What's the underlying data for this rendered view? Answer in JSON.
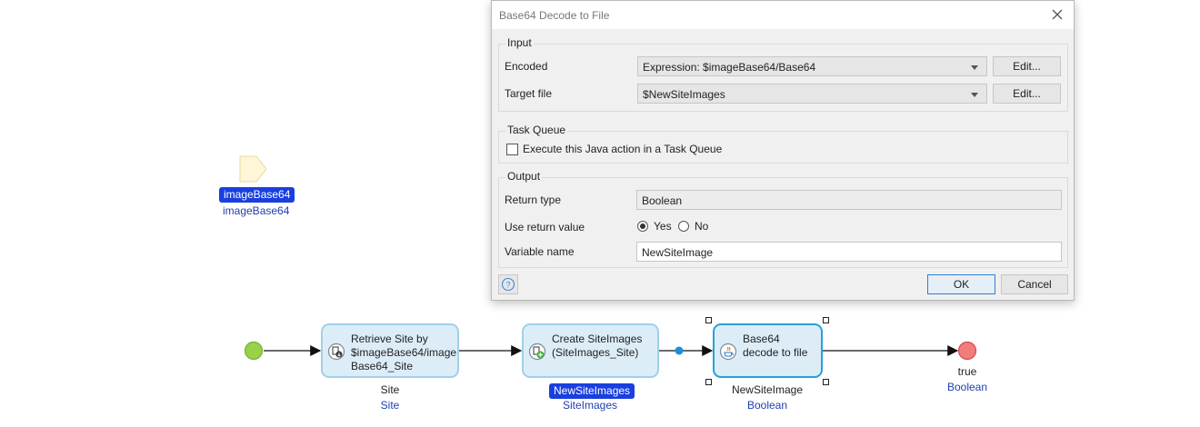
{
  "canvas": {
    "parameter": {
      "tag": "imageBase64",
      "type": "imageBase64"
    },
    "activities": [
      {
        "text": "Retrieve Site by $imageBase64/image Base64_Site",
        "output_var": "Site",
        "output_type": "Site"
      },
      {
        "text": "Create SiteImages (SiteImages_Site)",
        "output_var": "NewSiteImages",
        "output_type": "SiteImages"
      },
      {
        "text": "Base64 decode to file",
        "output_var": "NewSiteImage",
        "output_type": "Boolean"
      }
    ],
    "end_event": {
      "value": "true",
      "type": "Boolean"
    }
  },
  "dialog": {
    "title": "Base64 Decode to File",
    "input": {
      "label": "Input",
      "encoded_label": "Encoded",
      "encoded_value": "Expression: $imageBase64/Base64",
      "target_label": "Target file",
      "target_value": "$NewSiteImages",
      "edit_label": "Edit..."
    },
    "task_queue": {
      "label": "Task Queue",
      "checkbox_label": "Execute this Java action in a Task Queue",
      "checked": false
    },
    "output": {
      "label": "Output",
      "return_type_label": "Return type",
      "return_type_value": "Boolean",
      "use_return_label": "Use return value",
      "yes_label": "Yes",
      "no_label": "No",
      "selected": "Yes",
      "variable_label": "Variable name",
      "variable_value": "NewSiteImage"
    },
    "ok_label": "OK",
    "cancel_label": "Cancel"
  },
  "colors": {
    "start_event": "#9ad04a",
    "end_event": "#f07c7c",
    "activity_fill": "#dcedf8",
    "activity_border": "#9fd0ea",
    "selected_border": "#2a9fd8",
    "tag_blue": "#1a3fe0",
    "connector_dot": "#1a8fdb"
  }
}
